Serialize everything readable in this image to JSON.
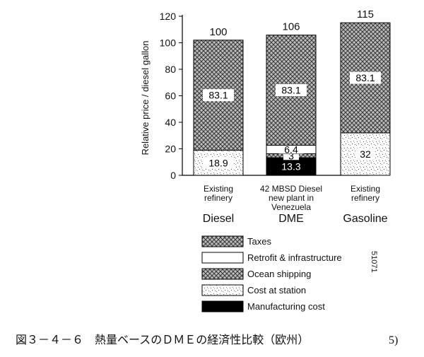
{
  "chart_data": {
    "type": "bar",
    "stacked": true,
    "ylabel": "Relative price / diesel gallon",
    "ylim": [
      0,
      120
    ],
    "yticks": [
      0,
      20,
      40,
      60,
      80,
      100,
      120
    ],
    "categories": [
      {
        "name": "Diesel",
        "sublabel": [
          "Existing",
          "refinery"
        ],
        "total": "100"
      },
      {
        "name": "DME",
        "sublabel": [
          "42 MBSD Diesel",
          "new plant in",
          "Venezuela"
        ],
        "total": "106"
      },
      {
        "name": "Gasoline",
        "sublabel": [
          "Existing",
          "refinery"
        ],
        "total": "115"
      }
    ],
    "series": [
      {
        "name": "Manufacturing cost",
        "pattern": "solid-black",
        "values": [
          0,
          13.3,
          0
        ],
        "labels": [
          "",
          "13.3",
          ""
        ]
      },
      {
        "name": "Cost at station",
        "pattern": "speckle",
        "values": [
          18.9,
          0,
          32
        ],
        "labels": [
          "18.9",
          "",
          "32"
        ]
      },
      {
        "name": "Ocean shipping",
        "pattern": "crosshatch",
        "values": [
          0,
          3,
          0
        ],
        "labels": [
          "",
          "3",
          ""
        ]
      },
      {
        "name": "Retrofit & infrastructure",
        "pattern": "white",
        "values": [
          0,
          6.4,
          0
        ],
        "labels": [
          "",
          "6.4",
          ""
        ]
      },
      {
        "name": "Taxes",
        "pattern": "crosshatch",
        "values": [
          83.1,
          83.1,
          83.1
        ],
        "labels": [
          "83.1",
          "83.1",
          "83.1"
        ]
      }
    ],
    "legend": {
      "placement": "bottom",
      "order": [
        "Taxes",
        "Retrofit & infrastructure",
        "Ocean shipping",
        "Cost at station",
        "Manufacturing cost"
      ]
    },
    "code": "51071"
  },
  "caption": {
    "text": "図３－４－６　熱量ベースのＤＭＥの経済性比較（欧州）",
    "ref": "5)"
  }
}
